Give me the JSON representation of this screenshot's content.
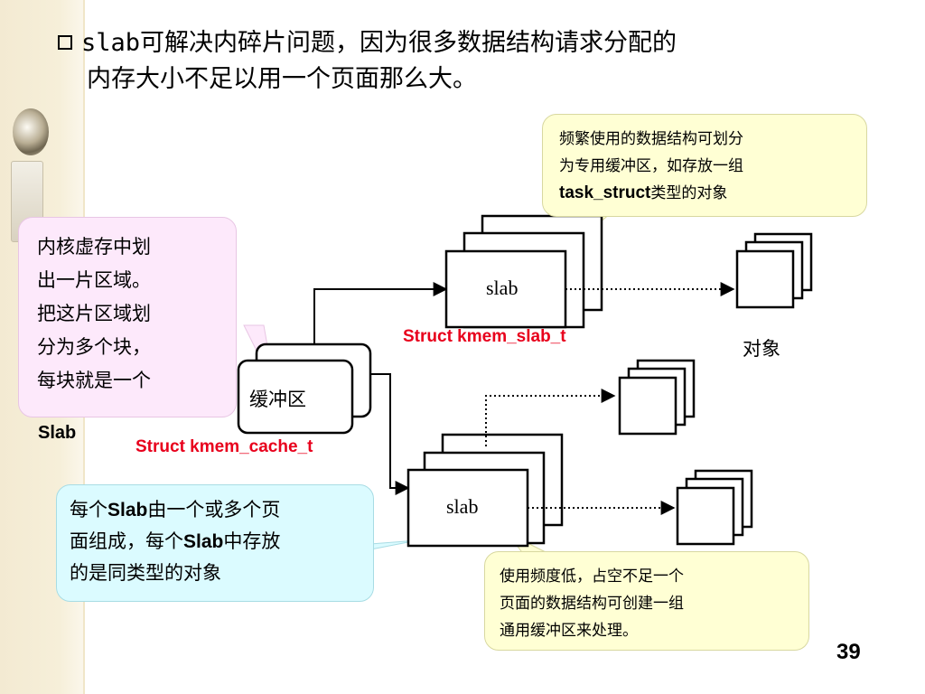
{
  "title": {
    "line1": "slab可解决内碎片问题，因为很多数据结构请求分配的",
    "line2": "内存大小不足以用一个页面那么大。"
  },
  "notes": {
    "left_pink": {
      "lines": [
        "内核虚存中划",
        "出一片区域。",
        "把这片区域划",
        "分为多个块，",
        "每块就是一个"
      ],
      "last": "Slab"
    },
    "top_right": {
      "line1": "频繁使用的数据结构可划分",
      "line2": "为专用缓冲区，如存放一组",
      "line3_bold": "task_struct",
      "line3_rest": "类型的对象"
    },
    "bottom_left": {
      "l1_a": "每个",
      "l1_b": "Slab",
      "l1_c": "由一个或多个页",
      "l2_a": "面组成，每个",
      "l2_b": "Slab",
      "l2_c": "中存放",
      "l3": "的是同类型的对象"
    },
    "bottom_right": {
      "line1": "使用频度低，占空不足一个",
      "line2": "页面的数据结构可创建一组",
      "line3": "通用缓冲区来处理。"
    }
  },
  "diagram": {
    "buffer_label": "缓冲区",
    "slab_label_top": "slab",
    "slab_label_bottom": "slab",
    "struct_cache": "Struct kmem_cache_t",
    "struct_slab": "Struct kmem_slab_t",
    "objects_label": "对象"
  },
  "page_number": "39",
  "colors": {
    "accent_red": "#e8001c",
    "note_pink": "#fde9fb",
    "note_yellow": "#ffffd4",
    "note_cyan": "#dbfbff"
  }
}
